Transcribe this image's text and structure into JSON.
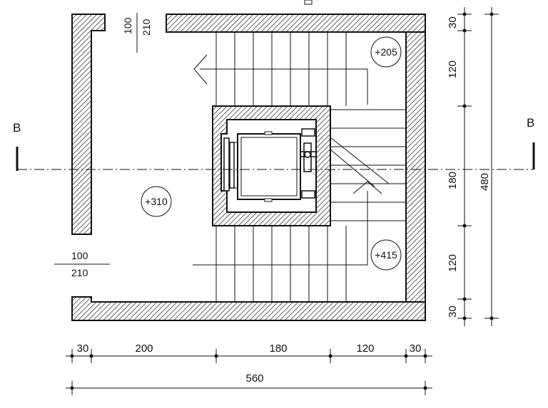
{
  "section": {
    "left": "B",
    "right": "B"
  },
  "doors": {
    "top": {
      "width": "100",
      "height": "210"
    },
    "left": {
      "width": "100",
      "height": "210"
    }
  },
  "levels": {
    "upper": "+205",
    "middle": "+310",
    "lower": "+415"
  },
  "dims_bottom": {
    "a": "30",
    "b": "200",
    "c": "180",
    "d": "120",
    "e": "30",
    "total": "560"
  },
  "dims_right": {
    "a": "30",
    "b": "120",
    "c": "180",
    "d": "120",
    "e": "30",
    "total": "480"
  }
}
